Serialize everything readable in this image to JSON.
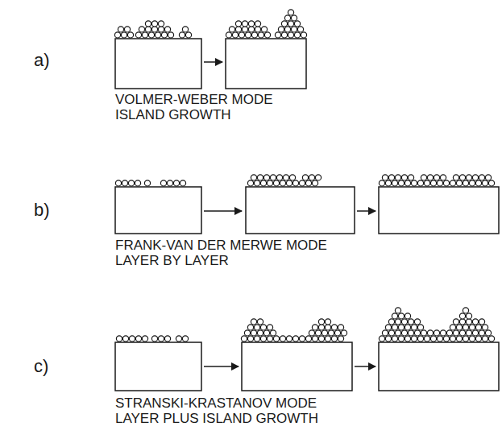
{
  "diagram": {
    "labels": [
      "a)",
      "VOLMER-WEBER MODE",
      "ISLAND GROWTH",
      "b)",
      "FRANK-VAN DER MERWE MODE",
      "LAYER BY LAYER",
      "c)",
      "STRANSKI-KRASTANOV MODE",
      "LAYER PLUS ISLAND GROWTH"
    ]
  }
}
